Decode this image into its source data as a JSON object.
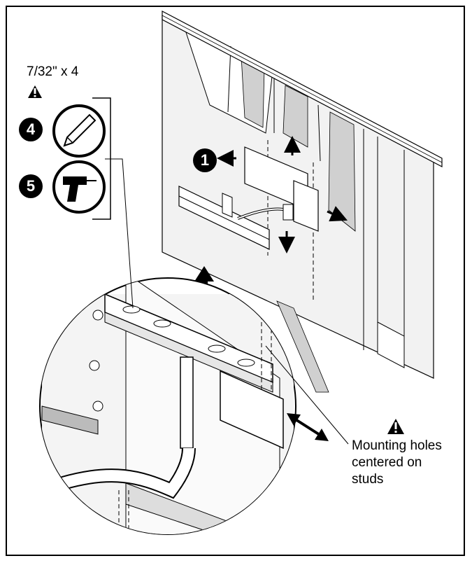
{
  "hardware": {
    "quantity_label": "7/32\" x 4"
  },
  "steps": [
    {
      "number": "4",
      "tool": "pencil-icon"
    },
    {
      "number": "5",
      "tool": "drill-icon"
    }
  ],
  "callout": {
    "number": "1"
  },
  "warning": {
    "icon": "warning-icon",
    "lines": [
      "Mounting holes",
      "centered on",
      "studs"
    ]
  }
}
